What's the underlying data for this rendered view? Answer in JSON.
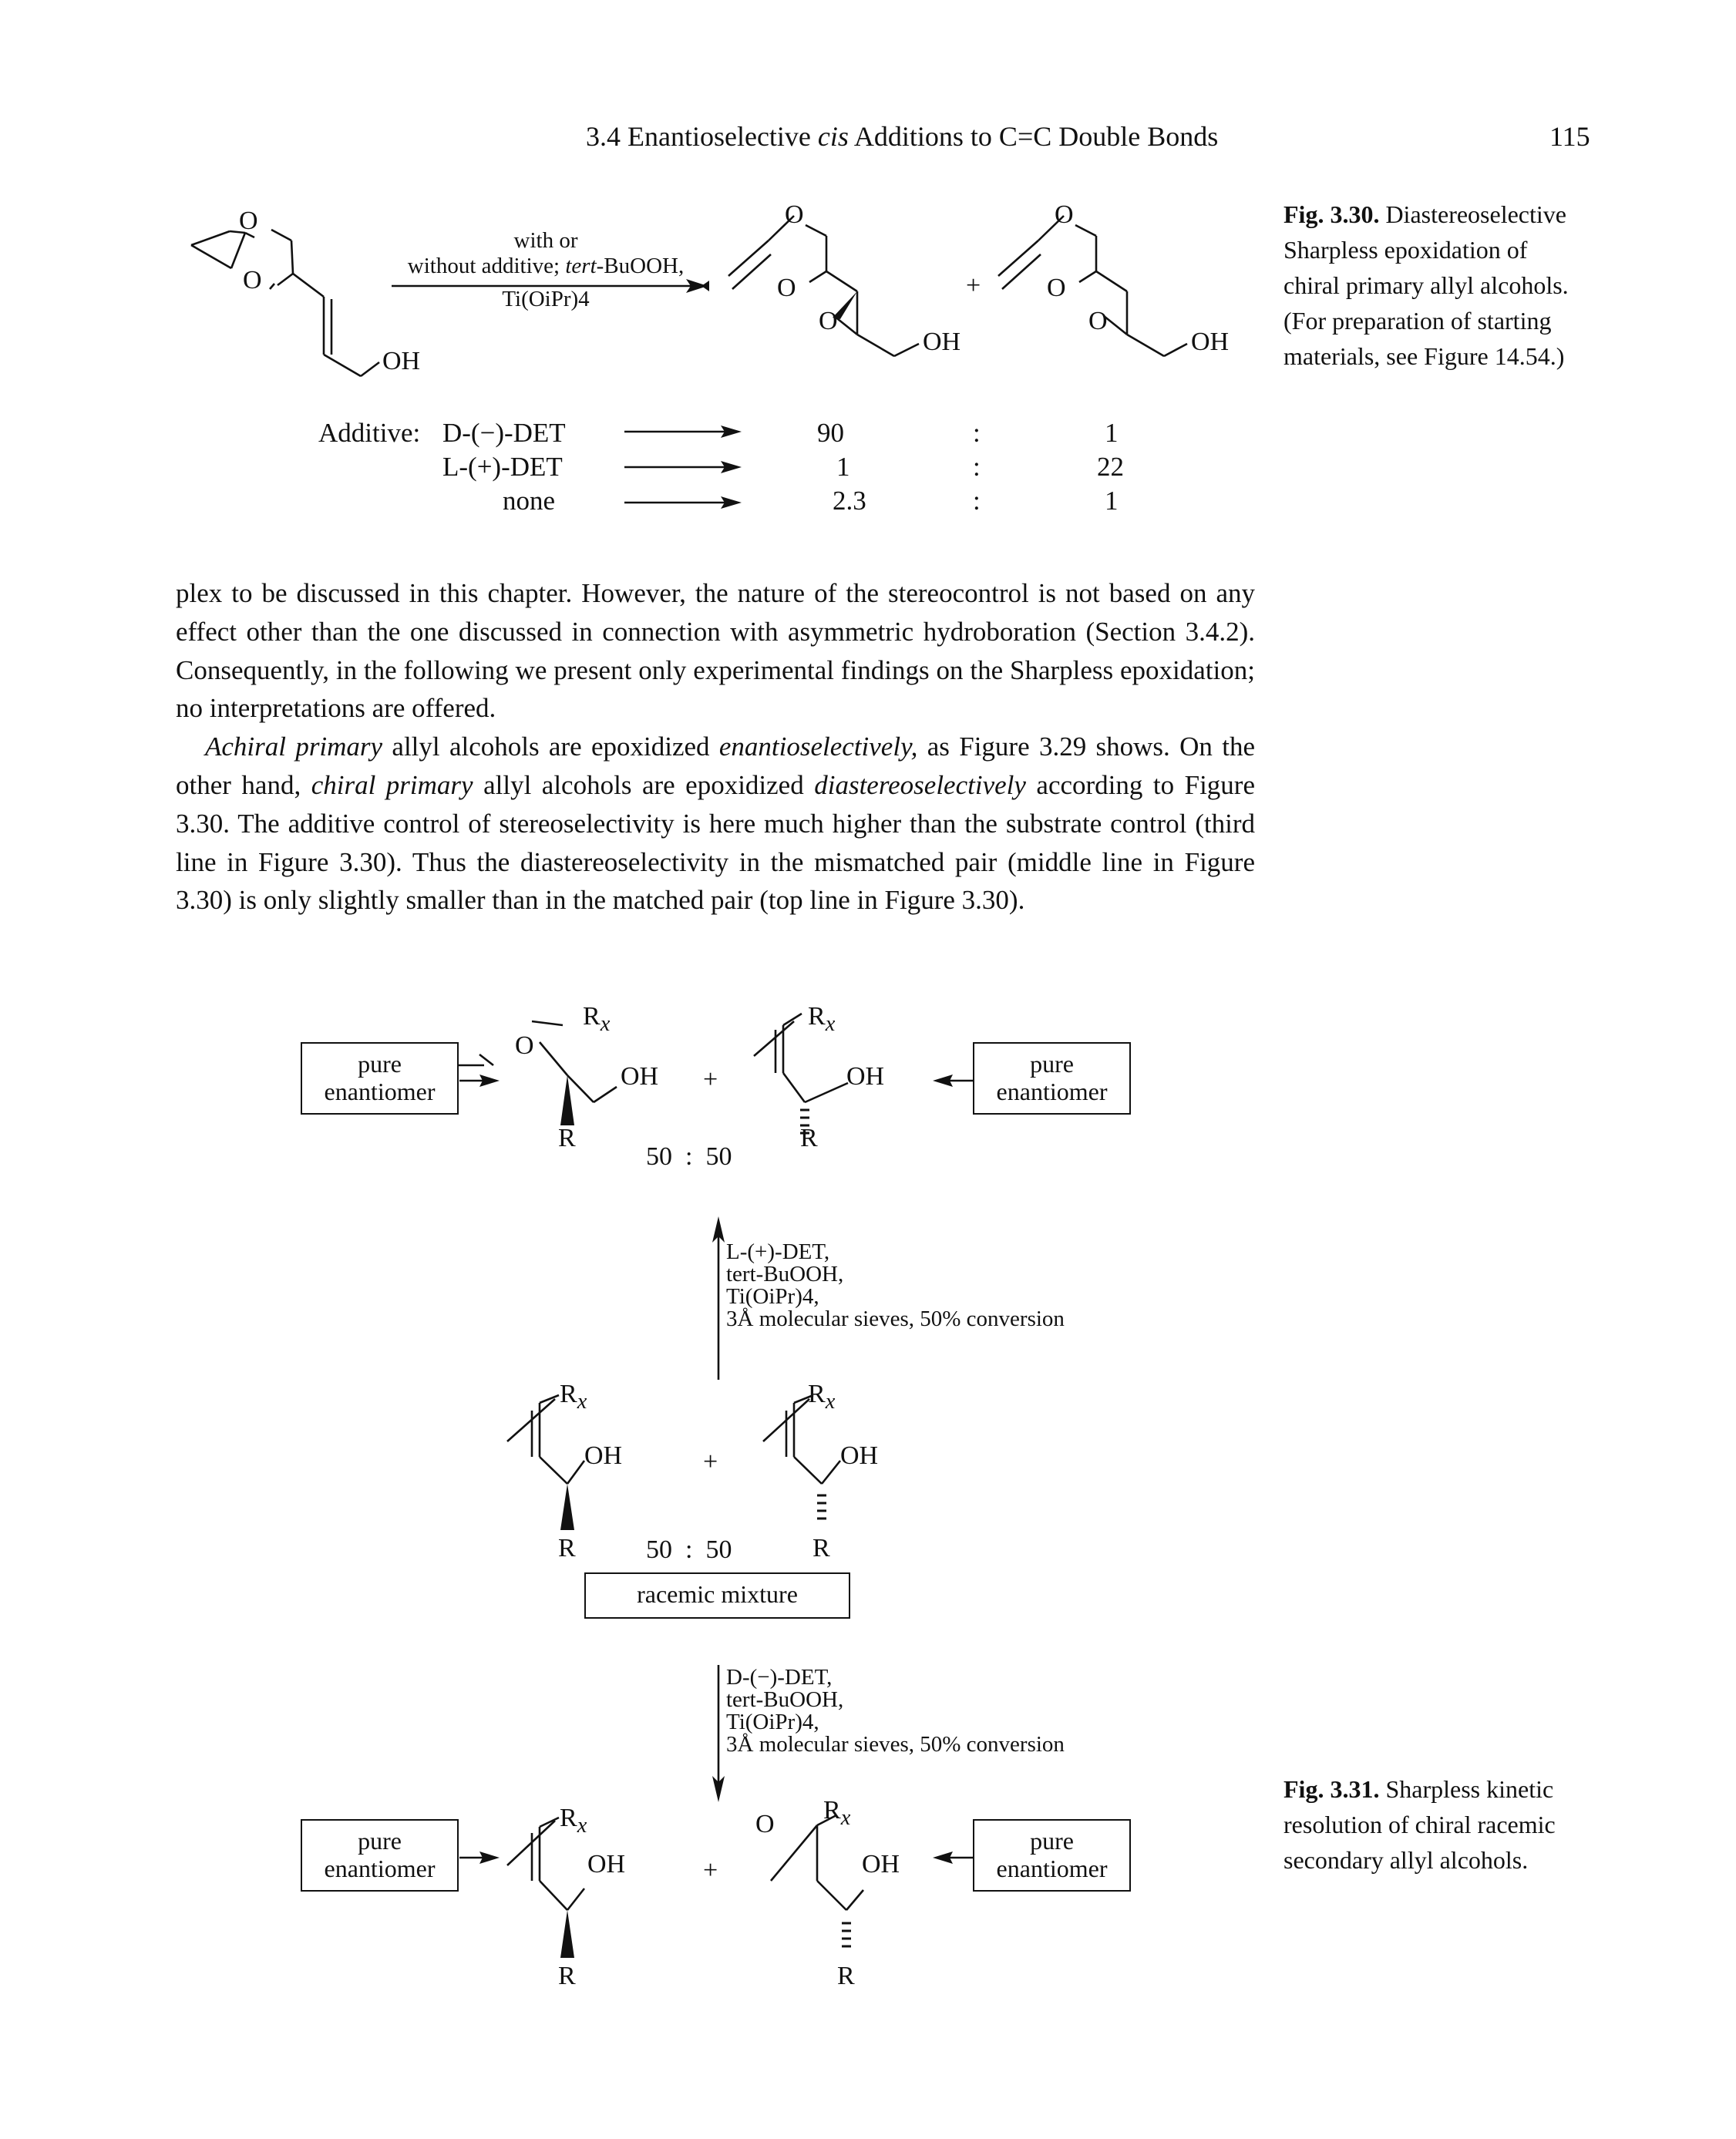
{
  "header": {
    "title_pre": "3.4 Enantioselective ",
    "title_italic": "cis",
    "title_post": " Additions to C=C Double Bonds",
    "page_number": "115"
  },
  "fig330": {
    "reagent_line1": "with or",
    "reagent_line2_pre": "without additive; ",
    "reagent_line2_italic": "tert",
    "reagent_line2_post": "-BuOOH,",
    "reagent_line3": "Ti(OiPr)4",
    "plus": "+",
    "atoms": {
      "O": "O",
      "OH": "OH"
    },
    "additive_label": "Additive:",
    "rows": [
      {
        "additive": "D-(−)-DET",
        "left": "90",
        "sep": ":",
        "right": "1"
      },
      {
        "additive": "L-(+)-DET",
        "left": "1",
        "sep": ":",
        "right": "22"
      },
      {
        "additive": "none",
        "left": "2.3",
        "sep": ":",
        "right": "1"
      }
    ],
    "caption_label": "Fig. 3.30.",
    "caption_text": " Diastereoselective Sharpless epoxidation of chiral primary allyl alcohols. (For preparation of starting materials, see Figure 14.54.)"
  },
  "body": {
    "p1": "plex to be discussed in this chapter. However, the nature of the stereocontrol is not based on any effect other than the one discussed in connection with asymmetric hydroboration (Section 3.4.2). Consequently, in the following we present only experimental findings on the Sharpless epoxidation; no interpretations are offered.",
    "p2_it1": "Achiral primary",
    "p2_t1": " allyl alcohols are epoxidized ",
    "p2_it2": "enantioselectively,",
    "p2_t2": " as Figure 3.29 shows. On the other hand, ",
    "p2_it3": "chiral primary",
    "p2_t3": " allyl alcohols are epoxidized ",
    "p2_it4": "diastereoselectively",
    "p2_t4": " according to Figure 3.30. The additive control of stereoselectivity is here much higher than the substrate control (third line in Figure 3.30). Thus the diastereoselectivity in the mismatched pair (middle line in Figure 3.30) is only slightly smaller than in the matched pair (top line in Figure 3.30)."
  },
  "fig331": {
    "pure_line1": "pure",
    "pure_line2": "enantiomer",
    "plus": "+",
    "ratio": "50  :  50",
    "racemic": "racemic mixture",
    "atoms": {
      "R": "R",
      "Rx": "R",
      "x": "x",
      "OH": "OH",
      "O": "O"
    },
    "up_conditions": [
      "L-(+)-DET,",
      "tert-BuOOH,",
      "Ti(OiPr)4,",
      "3Å molecular sieves, 50% conversion"
    ],
    "down_conditions": [
      "D-(−)-DET,",
      "tert-BuOOH,",
      "Ti(OiPr)4,",
      "3Å molecular sieves, 50% conversion"
    ],
    "caption_label": "Fig. 3.31.",
    "caption_text": " Sharpless kinetic resolution of chiral racemic secondary allyl alcohols."
  }
}
